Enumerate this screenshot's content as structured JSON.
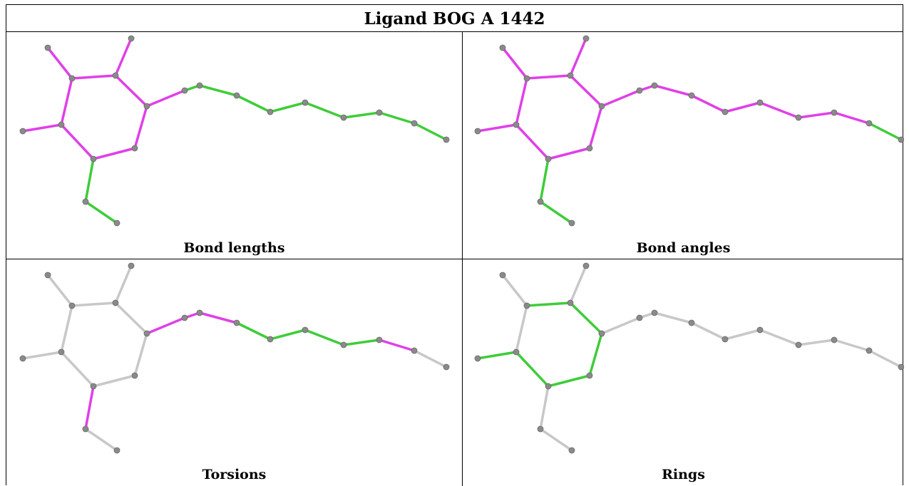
{
  "title": "Ligand BOG A 1442",
  "panels": [
    {
      "caption": "Bond lengths"
    },
    {
      "caption": "Bond angles"
    },
    {
      "caption": "Torsions"
    },
    {
      "caption": "Rings"
    }
  ],
  "colors": {
    "magenta": "#e040e8",
    "green": "#3fcc3a",
    "gray": "#c8c8c8",
    "atom": "#8a8a8a"
  }
}
